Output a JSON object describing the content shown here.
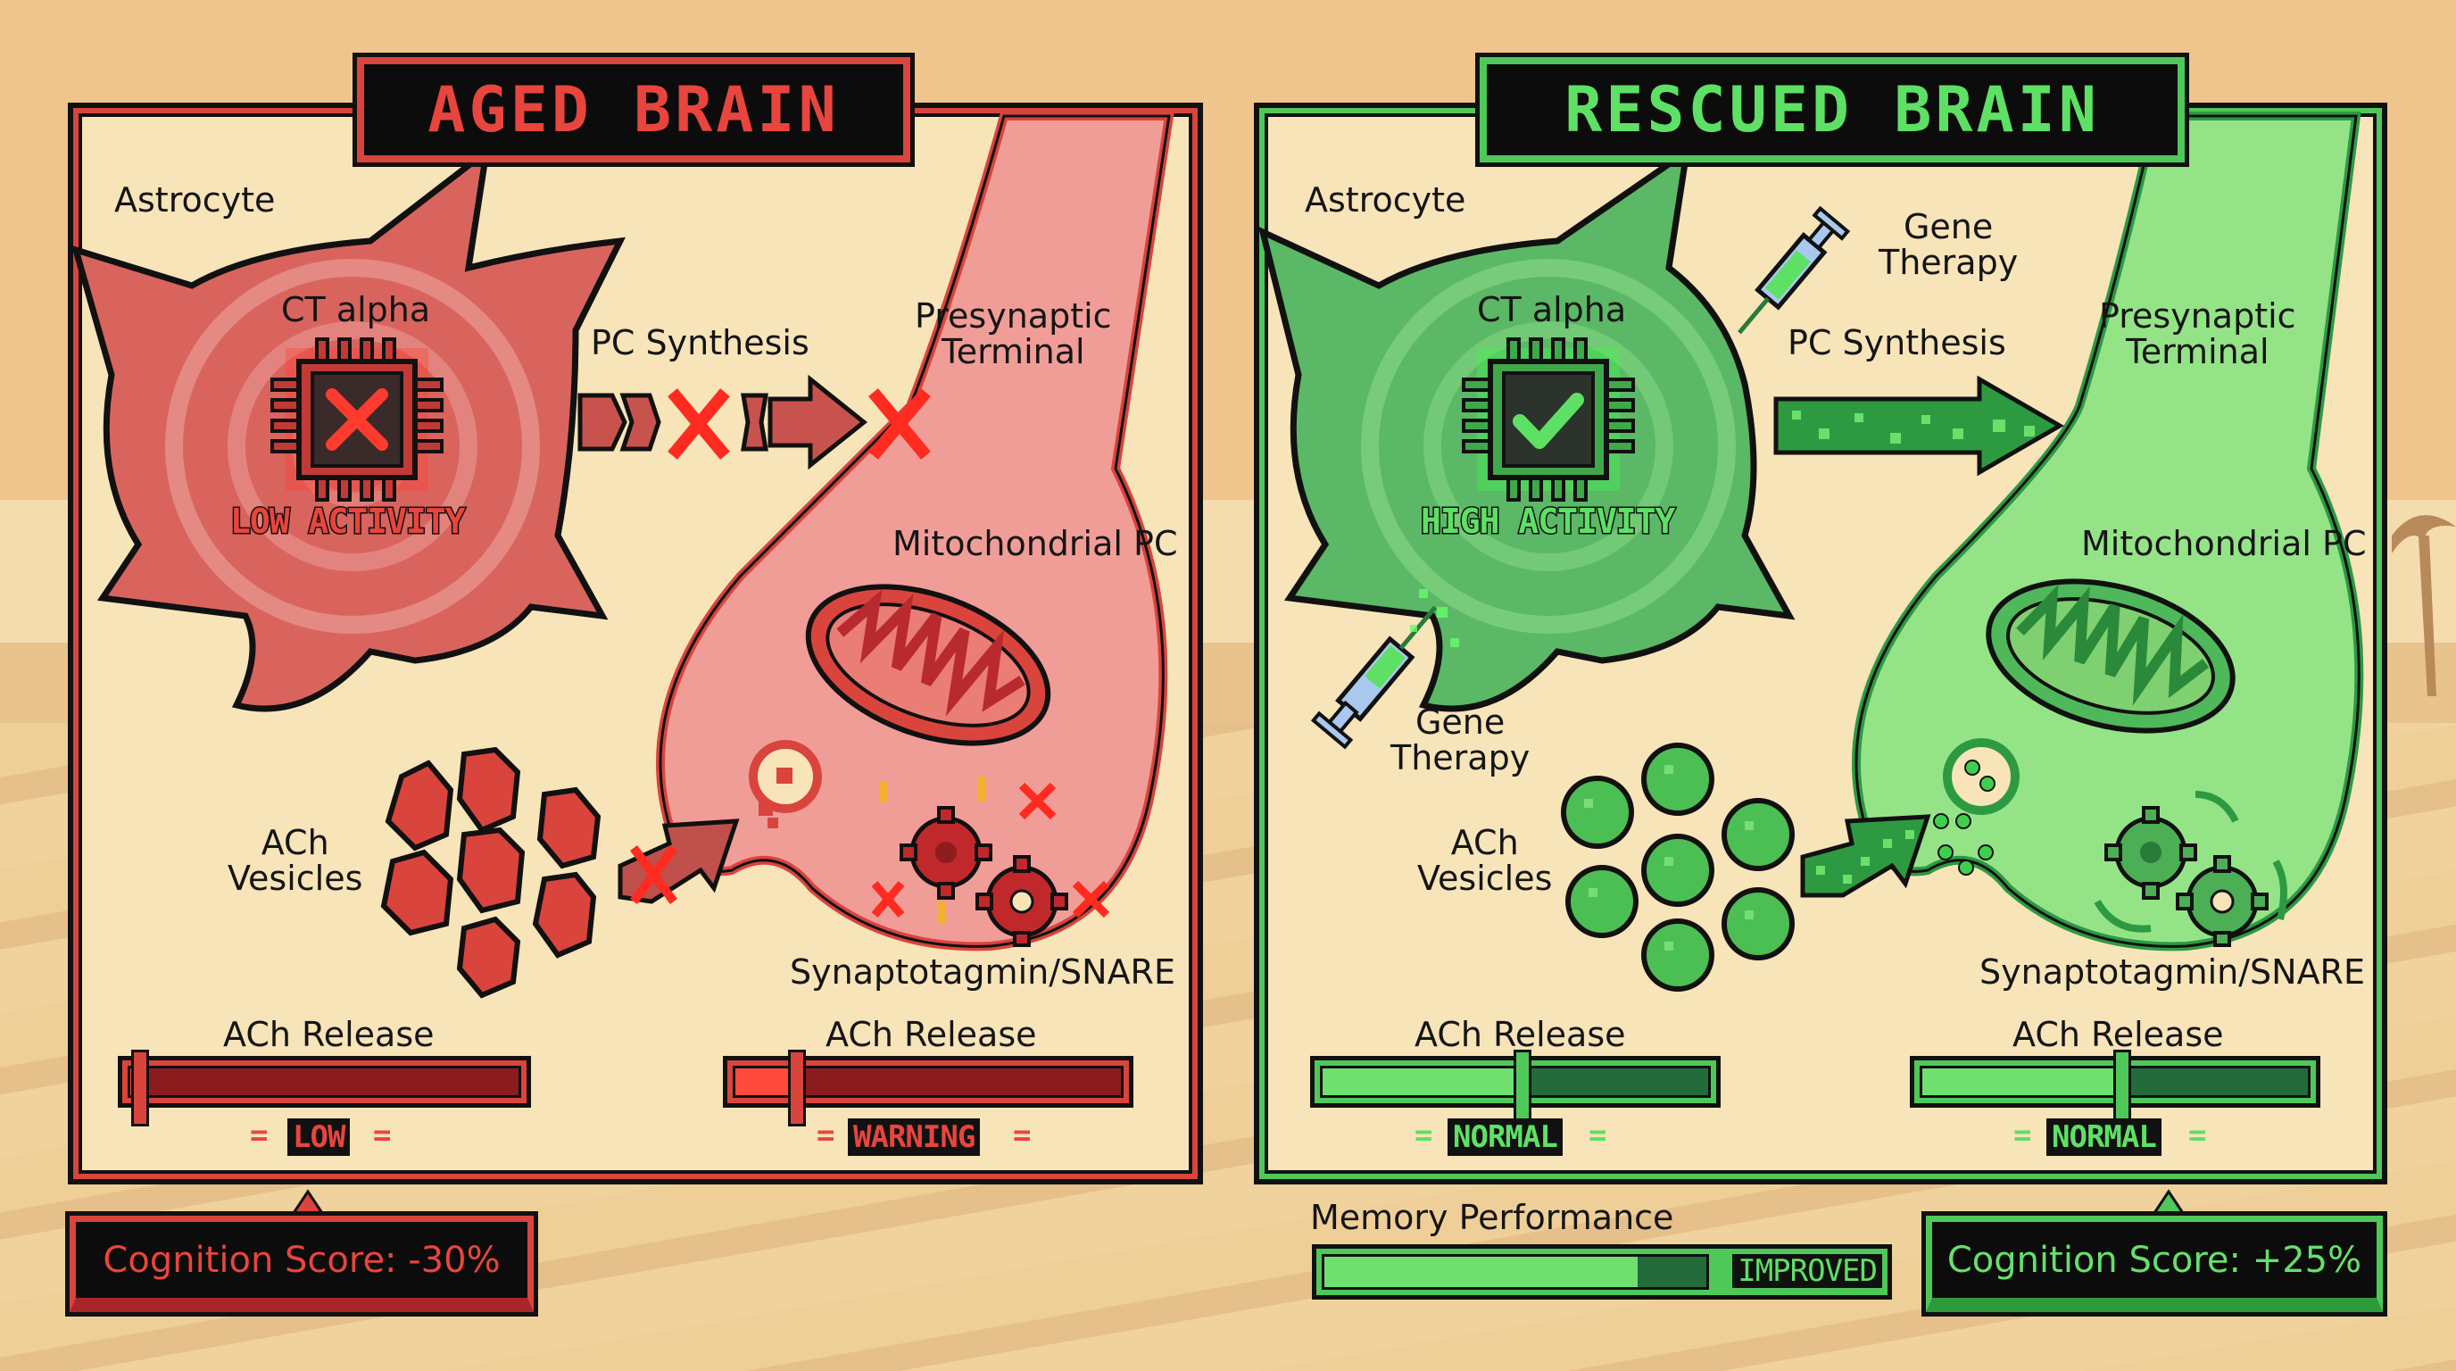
{
  "colors": {
    "aged_accent": "#d9443d",
    "aged_fill": "#e88a84",
    "aged_dark": "#7e1a1e",
    "rescued_accent": "#4fc85a",
    "rescued_fill": "#8fe07e",
    "rescued_dark": "#2a7a3a",
    "panel_bg": "#f7e4b9",
    "syringe_blue": "#8fb8e8"
  },
  "aged": {
    "title": "AGED BRAIN",
    "labels": {
      "astrocyte": "Astrocyte",
      "ct_alpha": "CT alpha",
      "activity": "LOW ACTIVITY",
      "pc_synthesis": "PC Synthesis",
      "presynaptic_1": "Presynaptic",
      "presynaptic_2": "Terminal",
      "mitochondrial": "Mitochondrial PC",
      "vesicles_1": "ACh",
      "vesicles_2": "Vesicles",
      "snare": "Synaptotagmin/SNARE"
    },
    "chip_icon": "x-mark-icon",
    "meters": [
      {
        "label": "ACh Release",
        "fill_pct": 2,
        "marker_pct": 3,
        "status": "LOW"
      },
      {
        "label": "ACh Release",
        "fill_pct": 15,
        "marker_pct": 16,
        "status": "WARNING"
      }
    ],
    "cognition": "Cognition Score: -30%"
  },
  "rescued": {
    "title": "RESCUED BRAIN",
    "labels": {
      "astrocyte": "Astrocyte",
      "ct_alpha": "CT alpha",
      "activity": "HIGH ACTIVITY",
      "pc_synthesis": "PC Synthesis",
      "presynaptic_1": "Presynaptic",
      "presynaptic_2": "Terminal",
      "mitochondrial": "Mitochondrial PC",
      "vesicles_1": "ACh",
      "vesicles_2": "Vesicles",
      "snare": "Synaptotagmin/SNARE",
      "gene_therapy_top_1": "Gene",
      "gene_therapy_top_2": "Therapy",
      "gene_therapy_bottom_1": "Gene",
      "gene_therapy_bottom_2": "Therapy"
    },
    "chip_icon": "checkmark-icon",
    "meters": [
      {
        "label": "ACh Release",
        "fill_pct": 50,
        "marker_pct": 50,
        "status": "NORMAL"
      },
      {
        "label": "ACh Release",
        "fill_pct": 50,
        "marker_pct": 50,
        "status": "NORMAL"
      }
    ],
    "memory": {
      "label": "Memory Performance",
      "fill_pct": 82,
      "status": "IMPROVED"
    },
    "cognition": "Cognition Score: +25%"
  }
}
